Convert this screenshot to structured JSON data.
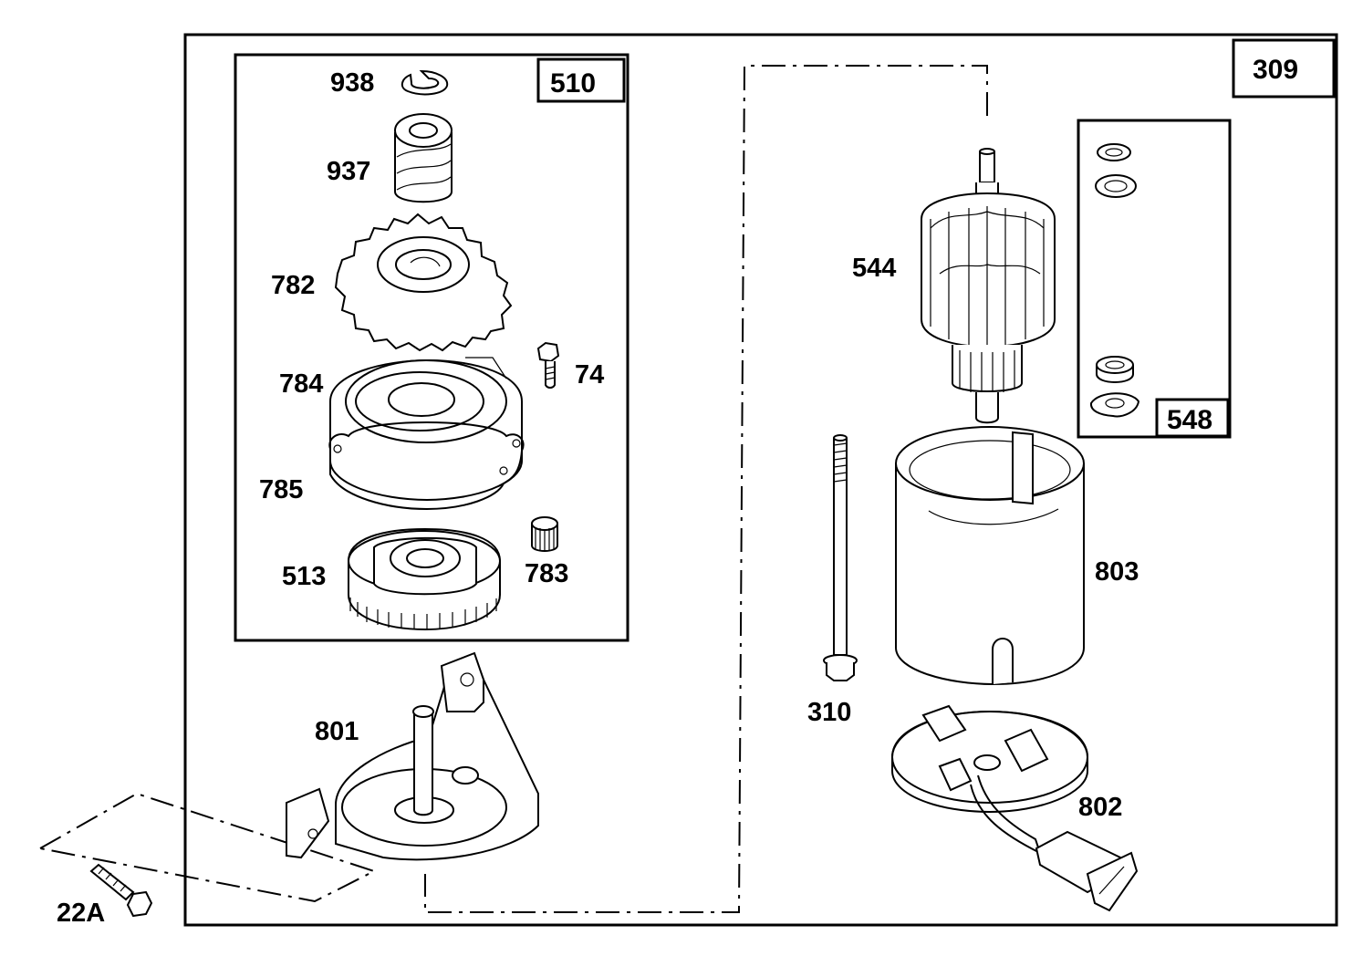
{
  "groups": {
    "outer": "309",
    "drive": "510",
    "washers": "548"
  },
  "parts": {
    "p938": "938",
    "p937": "937",
    "p782": "782",
    "p784": "784",
    "p785": "785",
    "p74": "74",
    "p513": "513",
    "p783": "783",
    "p801": "801",
    "p22a": "22A",
    "p544": "544",
    "p803": "803",
    "p310": "310",
    "p802": "802"
  }
}
